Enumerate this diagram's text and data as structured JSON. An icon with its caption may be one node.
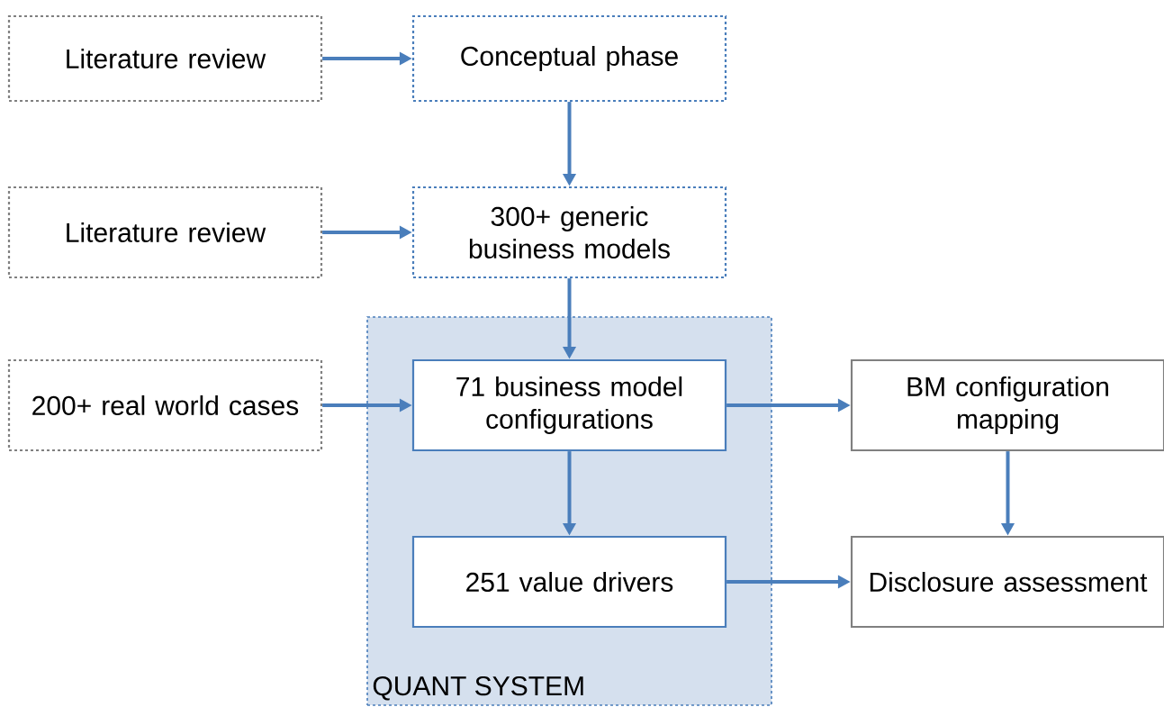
{
  "diagram": {
    "nodes": [
      {
        "text": [
          "Literature review"
        ]
      },
      {
        "text": [
          "Conceptual phase"
        ]
      },
      {
        "text": [
          "Literature review"
        ]
      },
      {
        "text": [
          "300+ generic business models"
        ]
      },
      {
        "text": [
          "QUANT SYSTEM"
        ]
      },
      {
        "text": [
          "71 business model configurations"
        ],
        "in": 4
      },
      {
        "text": [
          "200+ real world cases"
        ]
      },
      {
        "text": [
          "BM configuration mapping"
        ]
      },
      {
        "text": [
          "251 value drivers"
        ],
        "in": 4
      },
      {
        "text": [
          "Disclosure assessment"
        ]
      }
    ],
    "edges": [
      {
        "from": 0,
        "to": 1,
        "arrow": "to"
      },
      {
        "from": 1,
        "to": 3,
        "arrow": "to"
      },
      {
        "from": 2,
        "to": 3,
        "arrow": "to"
      },
      {
        "from": 3,
        "to": 5,
        "arrow": "to"
      },
      {
        "from": 6,
        "to": 5,
        "arrow": "to"
      },
      {
        "from": 5,
        "to": 7,
        "arrow": "to"
      },
      {
        "from": 5,
        "to": 8,
        "arrow": "to"
      },
      {
        "from": 7,
        "to": 9,
        "arrow": "to"
      },
      {
        "from": 8,
        "to": 9,
        "arrow": "to"
      }
    ]
  }
}
